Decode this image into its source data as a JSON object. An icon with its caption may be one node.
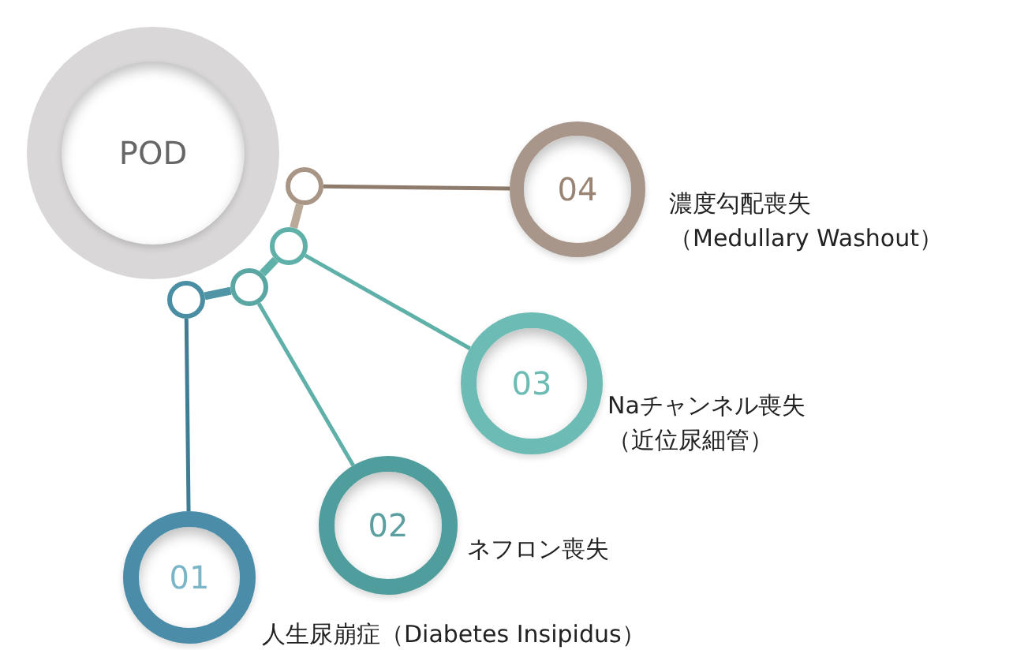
{
  "diagram": {
    "nodes": [
      {
        "text": [
          "POD"
        ]
      },
      {
        "text": [],
        "shape": "circle"
      },
      {
        "text": [],
        "shape": "circle"
      },
      {
        "text": [],
        "shape": "circle"
      },
      {
        "text": [],
        "shape": "circle"
      },
      {
        "text": [
          "04"
        ],
        "beside": [
          "濃度勾配喪失",
          "（Medullary Washout）"
        ]
      },
      {
        "text": [
          "03"
        ],
        "beside": [
          "Naチャンネル喪失",
          "（近位尿細管）"
        ]
      },
      {
        "text": [
          "02"
        ],
        "beside": [
          "ネフロン喪失"
        ]
      },
      {
        "text": [
          "01"
        ],
        "beside": [
          "人生尿崩症（Diabetes Insipidus）"
        ]
      }
    ],
    "edges": [
      {
        "from": 1,
        "to": 2,
        "arrow": "none",
        "style": "thick",
        "color": "#b9a999"
      },
      {
        "from": 2,
        "to": 3,
        "arrow": "none",
        "style": "thick"
      },
      {
        "from": 3,
        "to": 4,
        "arrow": "none",
        "style": "thick",
        "color": "#4f95a6"
      },
      {
        "from": 1,
        "to": 5,
        "arrow": "none",
        "color": "#8f7b6b"
      },
      {
        "from": 2,
        "to": 6,
        "arrow": "none"
      },
      {
        "from": 3,
        "to": 7,
        "arrow": "none"
      },
      {
        "from": 4,
        "to": 8,
        "arrow": "none",
        "color": "#3e7d93"
      }
    ]
  }
}
